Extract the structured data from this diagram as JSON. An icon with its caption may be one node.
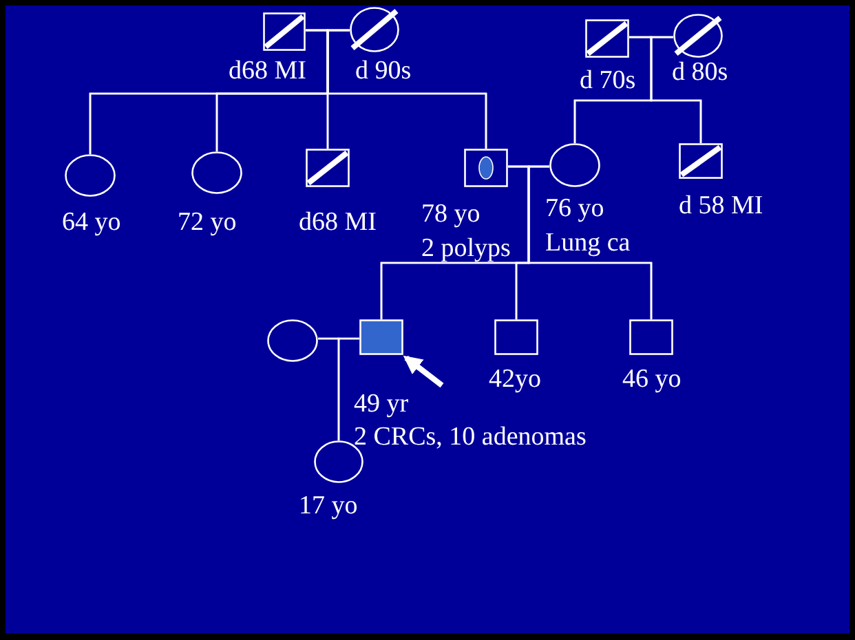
{
  "diagram": {
    "nodes": [
      {
        "text": [],
        "shape": "box",
        "beside": [
          "d68 MI"
        ]
      },
      {
        "text": [],
        "shape": "circle",
        "beside": [
          "d 90s"
        ]
      },
      {
        "text": [],
        "shape": "box",
        "beside": [
          "d 70s"
        ]
      },
      {
        "text": [],
        "shape": "circle",
        "beside": [
          "d 80s"
        ]
      },
      {
        "text": [],
        "shape": "circle",
        "beside": [
          "64 yo"
        ]
      },
      {
        "text": [],
        "shape": "circle",
        "beside": [
          "72 yo"
        ]
      },
      {
        "text": [],
        "shape": "box",
        "beside": [
          "d68 MI"
        ]
      },
      {
        "text": [],
        "shape": "box",
        "beside": [
          "78 yo",
          "2 polyps"
        ]
      },
      {
        "text": [],
        "shape": "circle",
        "beside": [
          "76 yo",
          "Lung ca"
        ]
      },
      {
        "text": [],
        "shape": "box",
        "beside": [
          "d 58 MI"
        ]
      },
      {
        "text": [],
        "shape": "circle"
      },
      {
        "text": [],
        "shape": "box",
        "beside": [
          "49 yr",
          "2 CRCs, 10 adenomas"
        ]
      },
      {
        "text": [],
        "shape": "box",
        "beside": [
          "42yo"
        ]
      },
      {
        "text": [],
        "shape": "box",
        "beside": [
          "46 yo"
        ]
      },
      {
        "text": [],
        "shape": "circle",
        "beside": [
          "17 yo"
        ]
      }
    ],
    "edges": [
      {
        "from": 0,
        "to": 1,
        "arrow": "none"
      },
      {
        "from": 2,
        "to": 3,
        "arrow": "none"
      },
      {
        "from": 0,
        "to": 4,
        "arrow": "none"
      },
      {
        "from": 1,
        "to": 4,
        "arrow": "none"
      },
      {
        "from": 0,
        "to": 5,
        "arrow": "none"
      },
      {
        "from": 1,
        "to": 5,
        "arrow": "none"
      },
      {
        "from": 0,
        "to": 6,
        "arrow": "none"
      },
      {
        "from": 1,
        "to": 6,
        "arrow": "none"
      },
      {
        "from": 0,
        "to": 7,
        "arrow": "none"
      },
      {
        "from": 1,
        "to": 7,
        "arrow": "none"
      },
      {
        "from": 2,
        "to": 8,
        "arrow": "none"
      },
      {
        "from": 3,
        "to": 8,
        "arrow": "none"
      },
      {
        "from": 2,
        "to": 9,
        "arrow": "none"
      },
      {
        "from": 3,
        "to": 9,
        "arrow": "none"
      },
      {
        "from": 7,
        "to": 8,
        "arrow": "none"
      },
      {
        "from": 7,
        "to": 11,
        "arrow": "none"
      },
      {
        "from": 8,
        "to": 11,
        "arrow": "none"
      },
      {
        "from": 7,
        "to": 12,
        "arrow": "none"
      },
      {
        "from": 8,
        "to": 12,
        "arrow": "none"
      },
      {
        "from": 7,
        "to": 13,
        "arrow": "none"
      },
      {
        "from": 8,
        "to": 13,
        "arrow": "none"
      },
      {
        "from": 10,
        "to": 11,
        "arrow": "none"
      },
      {
        "from": 10,
        "to": 14,
        "arrow": "none"
      },
      {
        "from": 11,
        "to": 14,
        "arrow": "none"
      },
      {
        "from": null,
        "to": 11,
        "arrow": "to",
        "style": "thick"
      }
    ]
  }
}
